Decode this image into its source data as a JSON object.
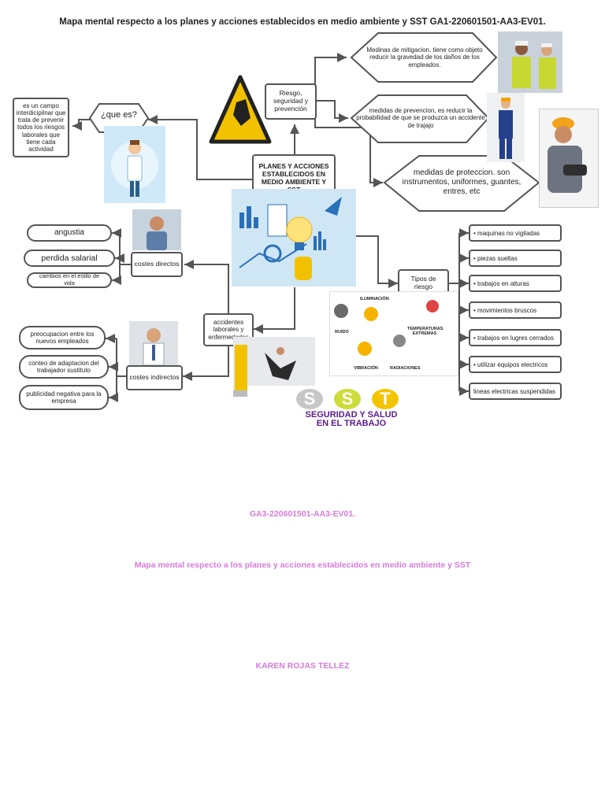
{
  "title": "Mapa mental respecto a los planes y acciones establecidos en medio ambiente y SST GA1-220601501-AA3-EV01.",
  "central": "PLANES Y ACCIONES ESTABLECIDOS EN MEDIO AMBIENTE Y SST",
  "que_es": "¿que es?",
  "definicion": "es un campo interdicipilnar que trata de prevenir todos los riesgos laborales que tiene cada actividad",
  "riesgo": "Riesgo, seguridad y prevención",
  "mitigacion": "Medinas de mitigacion. tiene como objeto reducir la gravedad de los daños de los empleados.",
  "prevencion": "medidas de prevencion, es reducir la probabilidad de que se produzca un accidente de trajajo",
  "proteccion": "medidas de proteccion. son instrumentos, uniformes, guantes, entres, etc",
  "tipos_riesgo": "Tipos de riesgo",
  "tipos_items": [
    "• maquinas no vigiladas",
    "• piezas sueltas",
    "• trabajos en alturas",
    "• movimientos bruscos",
    "• trabajos en lugres cerrados",
    "• utilizar equipos electricos",
    "lineas electricas suspendidas"
  ],
  "riesgo_labels": [
    "ILUMINACIÓN",
    "RUIDO",
    "TEMPERATURAS EXTREMAS",
    "VIBRACIÓN",
    "RADIACIONES"
  ],
  "accidentes": "accidentes laborales y enfermedades",
  "costes_directos": "costes directos",
  "directos_items": [
    "angustia",
    "perdida salarial",
    "cambios en el estilo de vida"
  ],
  "costes_indirectos": "costes indirectos",
  "indirectos_items": [
    "preocupacion entre los nuevos empleados",
    "conteo de adaptacion del trabajador sustituto",
    "publicidad negativa para la empresa"
  ],
  "sst_letters": [
    "S",
    "S",
    "T"
  ],
  "sst_caption_1": "SEGURIDAD Y SALUD",
  "sst_caption_2": "EN EL TRABAJO",
  "footer_code": "GA3-220601501-AA3-EV01.",
  "footer_title": "Mapa mental respecto a los planes y acciones establecidos en medio ambiente y SST",
  "footer_author": "KAREN ROJAS TELLEZ",
  "colors": {
    "accent_pink": "#d77ad9",
    "line": "#555555",
    "sst_purple": "#5b1a8c"
  }
}
